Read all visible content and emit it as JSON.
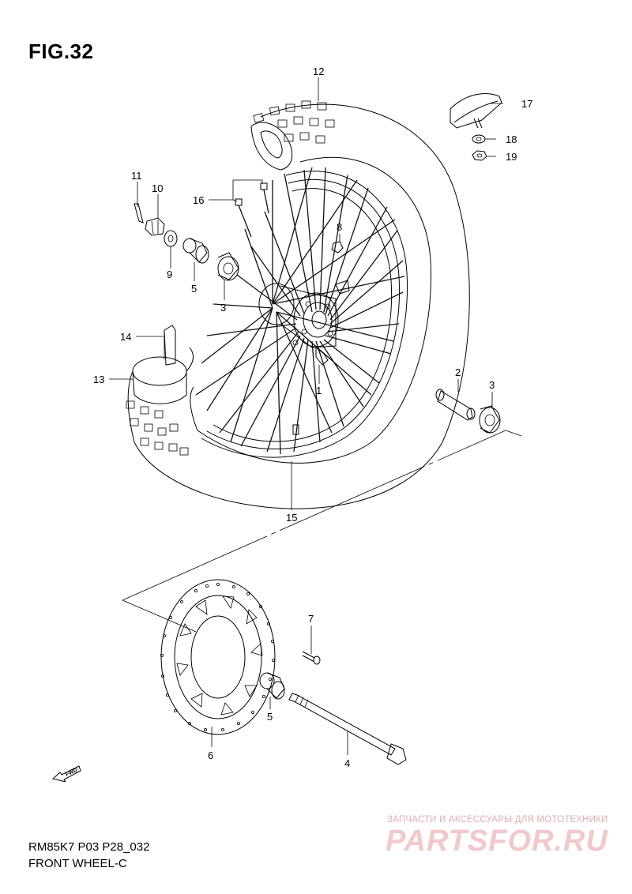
{
  "figure": {
    "title": "FIG.32",
    "model_code": "RM85K7 P03 P28_032",
    "section_name": "FRONT WHEEL-C",
    "fwd_label": "FWD"
  },
  "callouts": {
    "c1": "1",
    "c2": "2",
    "c3a": "3",
    "c3b": "3",
    "c4": "4",
    "c5a": "5",
    "c5b": "5",
    "c6": "6",
    "c7": "7",
    "c8": "8",
    "c9": "9",
    "c10": "10",
    "c11": "11",
    "c12": "12",
    "c13": "13",
    "c14": "14",
    "c15": "15",
    "c16": "16",
    "c17": "17",
    "c18": "18",
    "c19": "19"
  },
  "watermark": {
    "tagline": "ЗАПЧАСТИ И АКСЕССУАРЫ ДЛЯ МОТОТЕХНИКИ",
    "logo": "PARTSFOR.RU"
  }
}
